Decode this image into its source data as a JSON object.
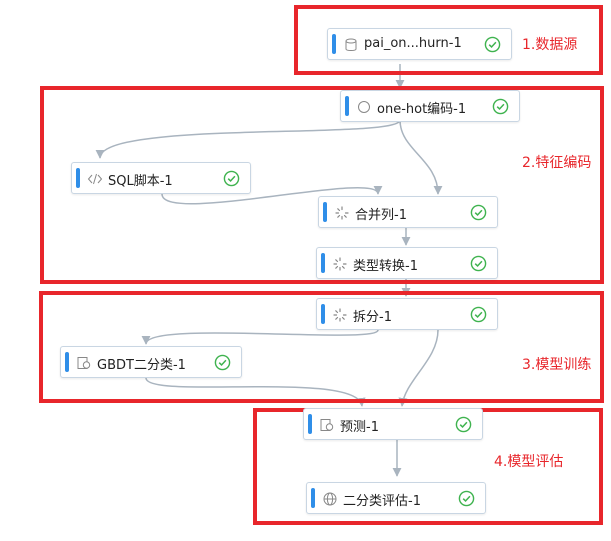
{
  "groups": [
    {
      "label": "1.数据源"
    },
    {
      "label": "2.特征编码"
    },
    {
      "label": "3.模型训练"
    },
    {
      "label": "4.模型评估"
    }
  ],
  "nodes": [
    {
      "label": "pai_on...hurn-1",
      "icon": "database-icon",
      "status": "success-check-icon"
    },
    {
      "label": "one-hot编码-1",
      "icon": "circle-icon",
      "status": "success-check-icon"
    },
    {
      "label": "SQL脚本-1",
      "icon": "code-icon",
      "status": "success-check-icon"
    },
    {
      "label": "合并列-1",
      "icon": "loading-spinner-icon",
      "status": "success-check-icon"
    },
    {
      "label": "类型转换-1",
      "icon": "loading-spinner-icon",
      "status": "success-check-icon"
    },
    {
      "label": "拆分-1",
      "icon": "loading-spinner-icon",
      "status": "success-check-icon"
    },
    {
      "label": "GBDT二分类-1",
      "icon": "model-icon",
      "status": "success-check-icon"
    },
    {
      "label": "预测-1",
      "icon": "model-icon",
      "status": "success-check-icon"
    },
    {
      "label": "二分类评估-1",
      "icon": "globe-icon",
      "status": "success-check-icon"
    }
  ],
  "colors": {
    "group_border": "#e8262b",
    "node_bar": "#2f8ee8",
    "status_ok": "#3fb34f",
    "edge": "#a9b4bf"
  }
}
